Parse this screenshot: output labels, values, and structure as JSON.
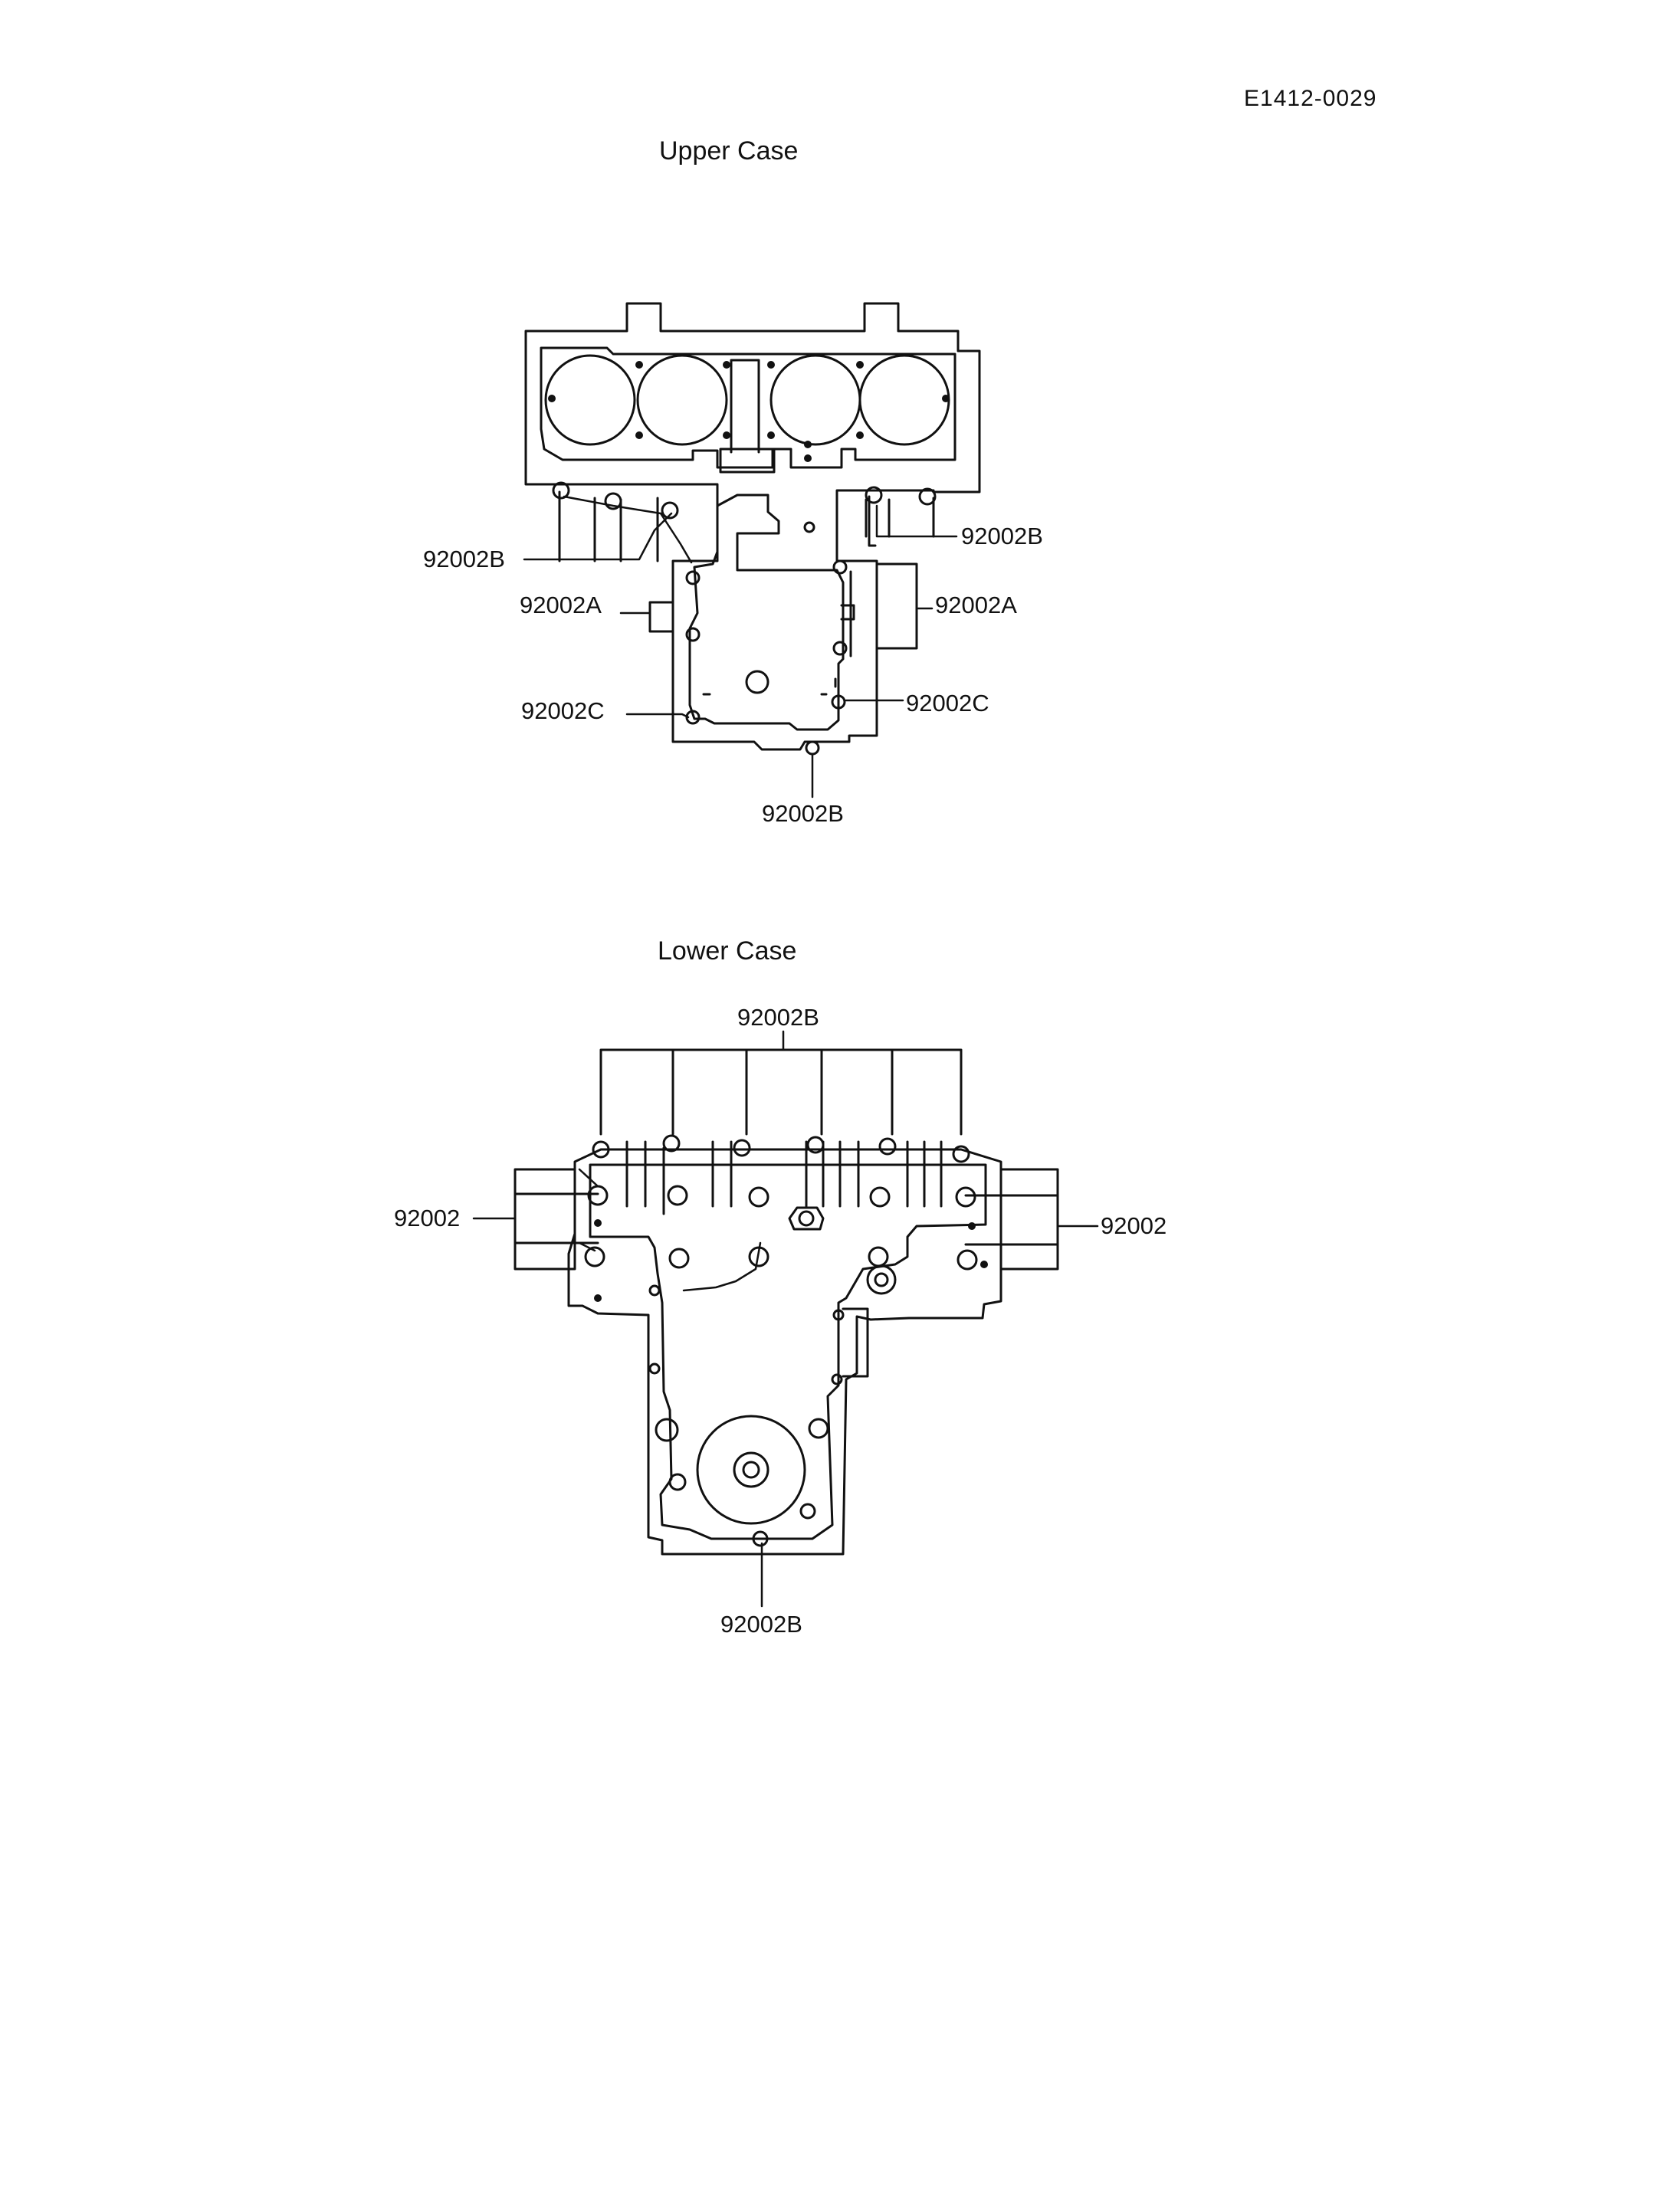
{
  "document": {
    "figure_id": "E1412-0029"
  },
  "upper_case": {
    "title": "Upper Case",
    "callouts": [
      {
        "id": "ul_b",
        "text": "92002B"
      },
      {
        "id": "ur_b",
        "text": "92002B"
      },
      {
        "id": "ul_a",
        "text": "92002A"
      },
      {
        "id": "ur_a",
        "text": "92002A"
      },
      {
        "id": "ul_c",
        "text": "92002C"
      },
      {
        "id": "ur_c",
        "text": "92002C"
      },
      {
        "id": "ub_b",
        "text": "92002B"
      }
    ]
  },
  "lower_case": {
    "title": "Lower Case",
    "callouts": [
      {
        "id": "lt_b",
        "text": "92002B"
      },
      {
        "id": "ll",
        "text": "92002"
      },
      {
        "id": "lr",
        "text": "92002"
      },
      {
        "id": "lb_b",
        "text": "92002B"
      }
    ]
  }
}
